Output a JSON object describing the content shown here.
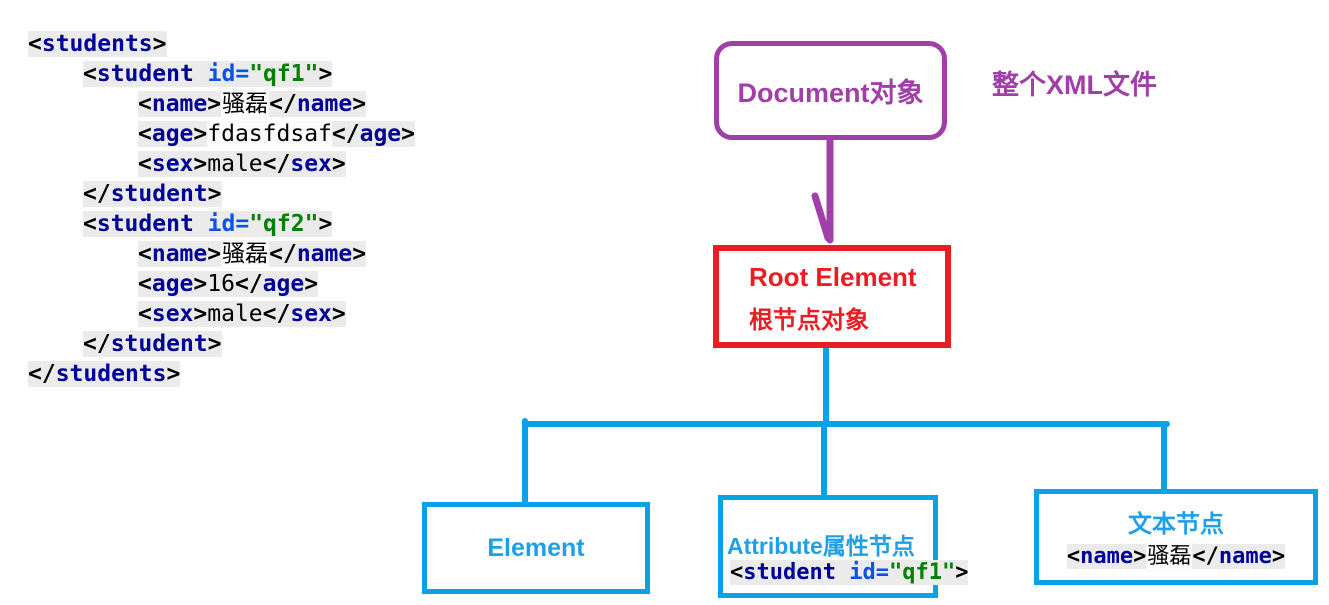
{
  "colors": {
    "purple": "#A13FA8",
    "red": "#EC1C24",
    "blue_line": "#09A2E6",
    "blue_text": "#1FA0E6",
    "code_tag": "#000099",
    "code_attr": "#0B52E8",
    "code_value": "#008000",
    "code_background": "#EBEBEB"
  },
  "xml_code": {
    "lines": [
      {
        "indent": 0,
        "tokens": [
          [
            "p",
            "<"
          ],
          [
            "tag",
            "students"
          ],
          [
            "p",
            ">"
          ]
        ]
      },
      {
        "indent": 1,
        "tokens": [
          [
            "p",
            "<"
          ],
          [
            "tag",
            "student"
          ],
          [
            "p",
            " "
          ],
          [
            "attr",
            "id="
          ],
          [
            "val",
            "\"qf1\""
          ],
          [
            "p",
            ">"
          ]
        ]
      },
      {
        "indent": 2,
        "tokens": [
          [
            "p",
            "<"
          ],
          [
            "tag",
            "name"
          ],
          [
            "p",
            ">"
          ],
          [
            "cjk",
            "骚磊"
          ],
          [
            "p",
            "</"
          ],
          [
            "tag",
            "name"
          ],
          [
            "p",
            ">"
          ]
        ]
      },
      {
        "indent": 2,
        "tokens": [
          [
            "p",
            "<"
          ],
          [
            "tag",
            "age"
          ],
          [
            "p",
            ">"
          ],
          [
            "txtw",
            "fdasfdsaf"
          ],
          [
            "p",
            "</"
          ],
          [
            "tag",
            "age"
          ],
          [
            "p",
            ">"
          ]
        ]
      },
      {
        "indent": 2,
        "tokens": [
          [
            "p",
            "<"
          ],
          [
            "tag",
            "sex"
          ],
          [
            "p",
            ">"
          ],
          [
            "txt",
            "male"
          ],
          [
            "p",
            "</"
          ],
          [
            "tag",
            "sex"
          ],
          [
            "p",
            ">"
          ]
        ]
      },
      {
        "indent": 1,
        "tokens": [
          [
            "p",
            "</"
          ],
          [
            "tag",
            "student"
          ],
          [
            "p",
            ">"
          ]
        ]
      },
      {
        "indent": 1,
        "tokens": [
          [
            "p",
            "<"
          ],
          [
            "tag",
            "student"
          ],
          [
            "p",
            " "
          ],
          [
            "attr",
            "id="
          ],
          [
            "val",
            "\"qf2\""
          ],
          [
            "p",
            ">"
          ]
        ]
      },
      {
        "indent": 2,
        "tokens": [
          [
            "p",
            "<"
          ],
          [
            "tag",
            "name"
          ],
          [
            "p",
            ">"
          ],
          [
            "cjk",
            "骚磊"
          ],
          [
            "p",
            "</"
          ],
          [
            "tag",
            "name"
          ],
          [
            "p",
            ">"
          ]
        ]
      },
      {
        "indent": 2,
        "tokens": [
          [
            "p",
            "<"
          ],
          [
            "tag",
            "age"
          ],
          [
            "p",
            ">"
          ],
          [
            "txt",
            "16"
          ],
          [
            "p",
            "</"
          ],
          [
            "tag",
            "age"
          ],
          [
            "p",
            ">"
          ]
        ]
      },
      {
        "indent": 2,
        "tokens": [
          [
            "p",
            "<"
          ],
          [
            "tag",
            "sex"
          ],
          [
            "p",
            ">"
          ],
          [
            "txt",
            "male"
          ],
          [
            "p",
            "</"
          ],
          [
            "tag",
            "sex"
          ],
          [
            "p",
            ">"
          ]
        ]
      },
      {
        "indent": 1,
        "tokens": [
          [
            "p",
            "</"
          ],
          [
            "tag",
            "student"
          ],
          [
            "p",
            ">"
          ]
        ]
      },
      {
        "indent": 0,
        "tokens": [
          [
            "p",
            "</"
          ],
          [
            "tag",
            "students"
          ],
          [
            "p",
            ">"
          ]
        ]
      }
    ]
  },
  "diagram": {
    "document_box": {
      "label": "Document对象"
    },
    "note": "整个XML文件",
    "root_box": {
      "title": "Root Element",
      "subtitle": "根节点对象"
    },
    "element_box": {
      "label": "Element"
    },
    "attribute_box": {
      "label": "Attribute属性节点",
      "code": [
        [
          "p",
          "<"
        ],
        [
          "tag",
          "student"
        ],
        [
          "p",
          " "
        ],
        [
          "attr",
          "id="
        ],
        [
          "val",
          "\"qf1\""
        ],
        [
          "p",
          ">"
        ]
      ]
    },
    "text_box": {
      "label": "文本节点",
      "code": [
        [
          "p",
          "<"
        ],
        [
          "tag",
          "name"
        ],
        [
          "p",
          ">"
        ],
        [
          "cjk",
          "骚磊"
        ],
        [
          "p",
          "</"
        ],
        [
          "tag",
          "name"
        ],
        [
          "p",
          ">"
        ]
      ]
    }
  }
}
